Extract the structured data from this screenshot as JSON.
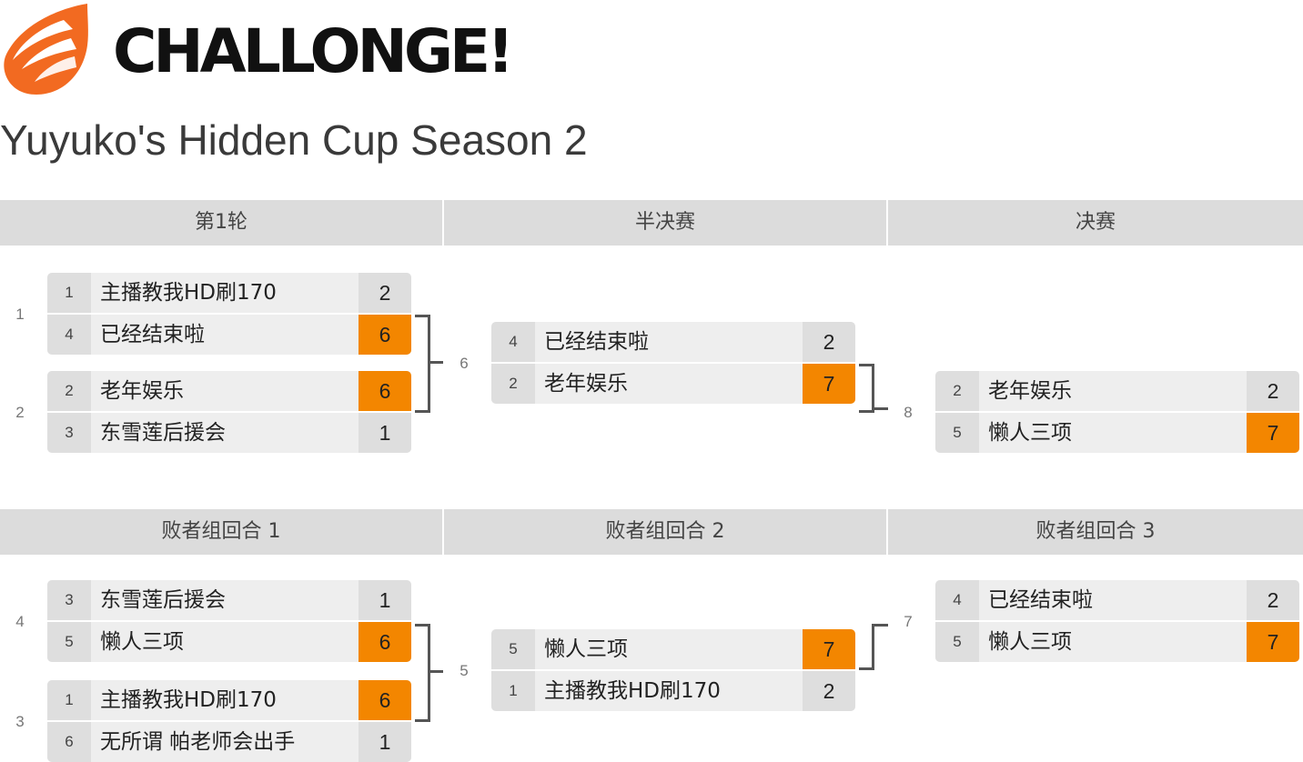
{
  "brand": {
    "name": "CHALLONGE!",
    "accent": "#f26a21"
  },
  "tournament": {
    "title": "Yuyuko's Hidden Cup Season 2"
  },
  "colors": {
    "winner": "#f38600",
    "header_bg": "#dcdcdc",
    "row_bg": "#eeeeee"
  },
  "winners_rounds": [
    "第1轮",
    "半决赛",
    "决赛"
  ],
  "losers_rounds": [
    "败者组回合 1",
    "败者组回合 2",
    "败者组回合 3"
  ],
  "matches": {
    "m1": {
      "id": "1",
      "players": [
        {
          "seed": "1",
          "name": "主播教我HD刷170",
          "score": "2"
        },
        {
          "seed": "4",
          "name": "已经结束啦",
          "score": "6"
        }
      ]
    },
    "m2": {
      "id": "2",
      "players": [
        {
          "seed": "2",
          "name": "老年娱乐",
          "score": "6"
        },
        {
          "seed": "3",
          "name": "东雪莲后援会",
          "score": "1"
        }
      ]
    },
    "m6": {
      "id": "6",
      "players": [
        {
          "seed": "4",
          "name": "已经结束啦",
          "score": "2"
        },
        {
          "seed": "2",
          "name": "老年娱乐",
          "score": "7"
        }
      ]
    },
    "m8": {
      "id": "8",
      "players": [
        {
          "seed": "2",
          "name": "老年娱乐",
          "score": "2"
        },
        {
          "seed": "5",
          "name": "懒人三项",
          "score": "7"
        }
      ]
    },
    "m4": {
      "id": "4",
      "players": [
        {
          "seed": "3",
          "name": "东雪莲后援会",
          "score": "1"
        },
        {
          "seed": "5",
          "name": "懒人三项",
          "score": "6"
        }
      ]
    },
    "m3": {
      "id": "3",
      "players": [
        {
          "seed": "1",
          "name": "主播教我HD刷170",
          "score": "6"
        },
        {
          "seed": "6",
          "name": "无所谓 帕老师会出手",
          "score": "1"
        }
      ]
    },
    "m5": {
      "id": "5",
      "players": [
        {
          "seed": "5",
          "name": "懒人三项",
          "score": "7"
        },
        {
          "seed": "1",
          "name": "主播教我HD刷170",
          "score": "2"
        }
      ]
    },
    "m7": {
      "id": "7",
      "players": [
        {
          "seed": "4",
          "name": "已经结束啦",
          "score": "2"
        },
        {
          "seed": "5",
          "name": "懒人三项",
          "score": "7"
        }
      ]
    }
  }
}
